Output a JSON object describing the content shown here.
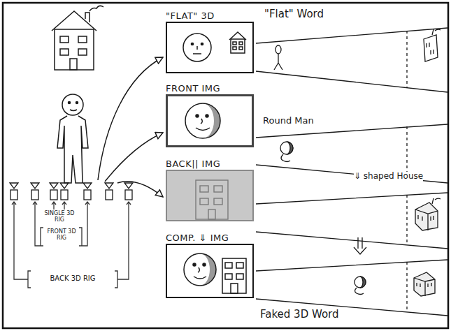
{
  "diagram": {
    "nodes": [
      {
        "text": [
          "\"FLAT\" 3D"
        ]
      },
      {
        "text": [
          "FRONT IMG"
        ]
      },
      {
        "text": [
          "BACK|| IMG"
        ]
      },
      {
        "text": [
          "COMP. ⇓ IMG"
        ]
      }
    ],
    "labels": [
      "\"Flat\" Word",
      "Round Man",
      "⇓ shaped House",
      "Faked 3D Word",
      "SINGLE 3D RIG",
      "FRONT 3D RIG",
      "BACK 3D RIG"
    ]
  }
}
